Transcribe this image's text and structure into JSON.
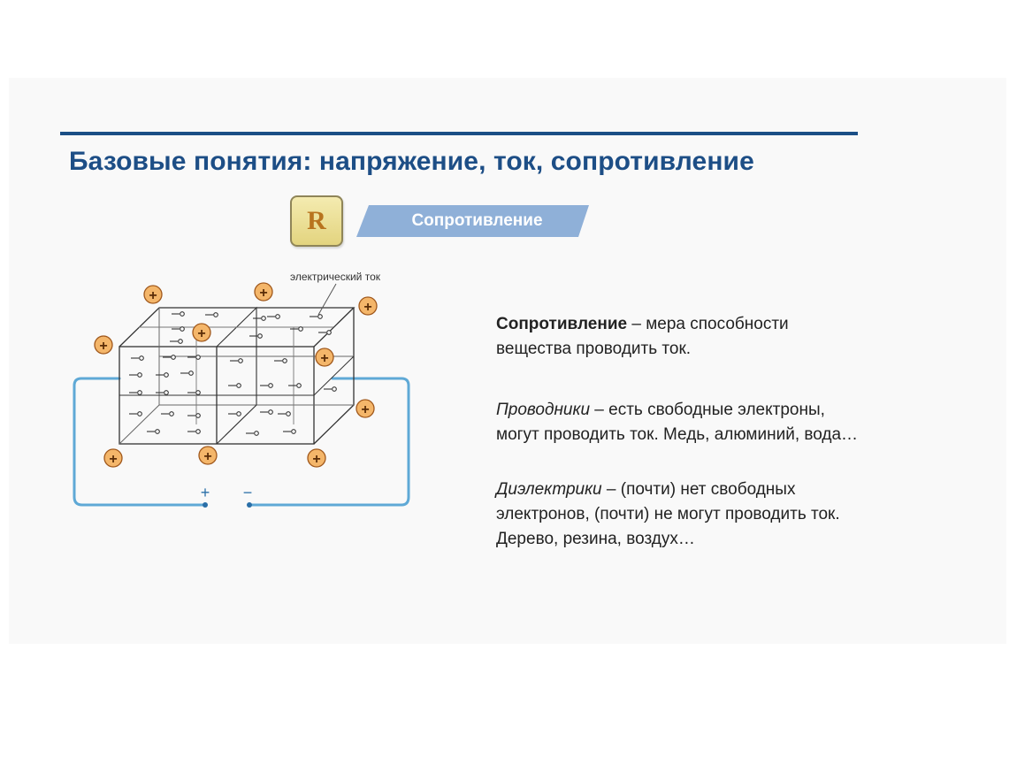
{
  "slide": {
    "title": "Базовые понятия: напряжение, ток, сопротивление",
    "badge_letter": "R",
    "banner_label": "Сопротивление"
  },
  "diagram": {
    "current_label": "электрический ток",
    "terminal_plus": "+",
    "terminal_minus": "−",
    "ion_sign": "+"
  },
  "definitions": [
    {
      "term": "Сопротивление",
      "rest": " – мера способности",
      "line2": "вещества проводить ток."
    },
    {
      "term": "Проводники",
      "rest": " – есть свободные электроны,",
      "line2": "могут проводить ток. Медь, алюминий, вода…"
    },
    {
      "term": "Диэлектрики",
      "rest": " – (почти) нет свободных",
      "line2": "электронов, (почти) не могут проводить ток.",
      "line3": "Дерево, резина, воздух…"
    }
  ],
  "colors": {
    "title": "#1d4e86",
    "rule": "#1b4f86",
    "banner": "#8fb0d8",
    "badge_fill": "#efe3a0",
    "ion_fill": "#f4b66a",
    "wire": "#5fa9d6"
  }
}
